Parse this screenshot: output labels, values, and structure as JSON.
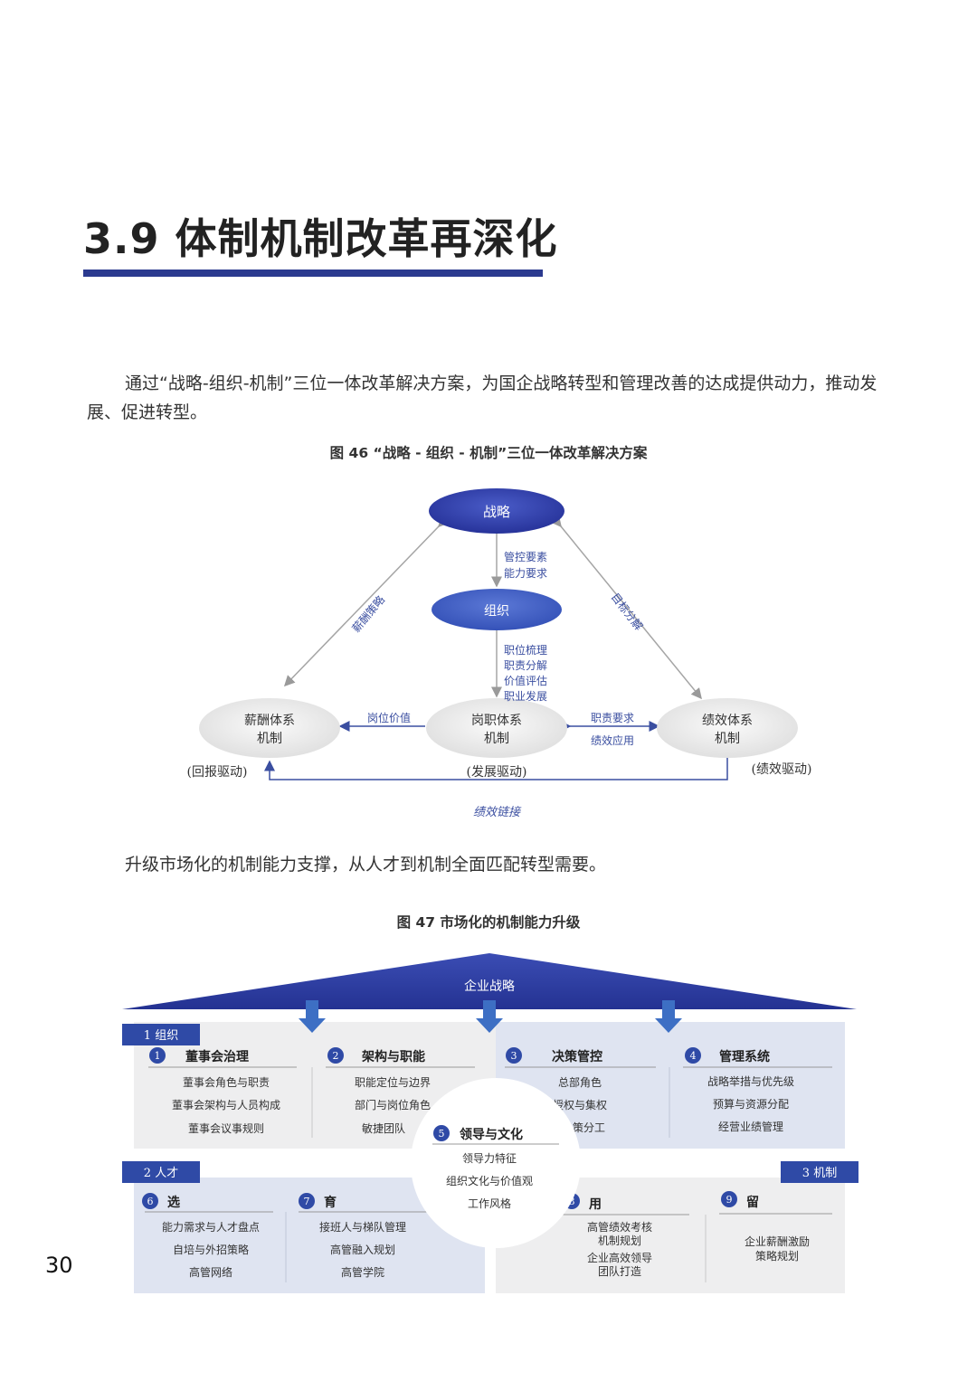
{
  "title": "3.9 体制机制改革再深化",
  "intro_paragraph": "通过“战略-组织-机制”三位一体改革解决方案，为国企战略转型和管理改善的达成提供动力，推动发展、促进转型。",
  "figure46": {
    "caption": "图 46 “战略 - 组织 - 机制”三位一体改革解决方案",
    "nodes": {
      "strategy": "战略",
      "organization": "组织",
      "salary_line1": "薪酬体系",
      "salary_line2": "机制",
      "post_line1": "岗职体系",
      "post_line2": "机制",
      "performance_line1": "绩效体系",
      "performance_line2": "机制"
    },
    "edge_labels": {
      "strategy_org_1": "管控要素",
      "strategy_org_2": "能力要求",
      "org_post_1": "职位梳理",
      "org_post_2": "职责分解",
      "org_post_3": "价值评估",
      "org_post_4": "职业发展",
      "left_diagonal": "薪酬策略",
      "right_diagonal": "目标分解",
      "post_to_salary": "岗位价值",
      "post_perf_top": "职责要求",
      "post_perf_bottom": "绩效应用",
      "drive_salary": "(回报驱动)",
      "drive_post": "(发展驱动)",
      "drive_perf": "(绩效驱动)",
      "loop": "绩效链接"
    }
  },
  "mid_paragraph": "升级市场化的机制能力支撑，从人才到机制全面匹配转型需要。",
  "figure47": {
    "caption": "图 47 市场化的机制能力升级",
    "roof": "企业战略",
    "sections": {
      "org": "1 组织",
      "talent": "2 人才",
      "mechanism": "3 机制"
    },
    "blocks": [
      {
        "num": "1",
        "title": "董事会治理",
        "items": [
          "董事会角色与职责",
          "董事会架构与人员构成",
          "董事会议事规则"
        ]
      },
      {
        "num": "2",
        "title": "架构与职能",
        "items": [
          "职能定位与边界",
          "部门与岗位角色",
          "敏捷团队"
        ]
      },
      {
        "num": "3",
        "title": "决策管控",
        "items": [
          "总部角色",
          "授权与集权",
          "决策分工"
        ]
      },
      {
        "num": "4",
        "title": "管理系统",
        "items": [
          "战略举措与优先级",
          "预算与资源分配",
          "经营业绩管理"
        ]
      },
      {
        "num": "5",
        "title": "领导与文化",
        "items": [
          "领导力特征",
          "组织文化与价值观",
          "工作风格"
        ]
      },
      {
        "num": "6",
        "title": "选",
        "items": [
          "能力需求与人才盘点",
          "自培与外招策略",
          "高管网络"
        ]
      },
      {
        "num": "7",
        "title": "育",
        "items": [
          "接班人与梯队管理",
          "高管融入规划",
          "高管学院"
        ]
      },
      {
        "num": "8",
        "title": "用",
        "items": [
          "高管绩效考核",
          "机制规划",
          "企业高效领导",
          "团队打造"
        ]
      },
      {
        "num": "9",
        "title": "留",
        "items": [
          "企业薪酬激励",
          "策略规划"
        ]
      }
    ]
  },
  "page_number": "30",
  "colors": {
    "accent": "#2b3a8f",
    "light_panel": "#dfe4f1",
    "grey_panel": "#eeeeef",
    "text_blue": "#3a4ea0"
  }
}
